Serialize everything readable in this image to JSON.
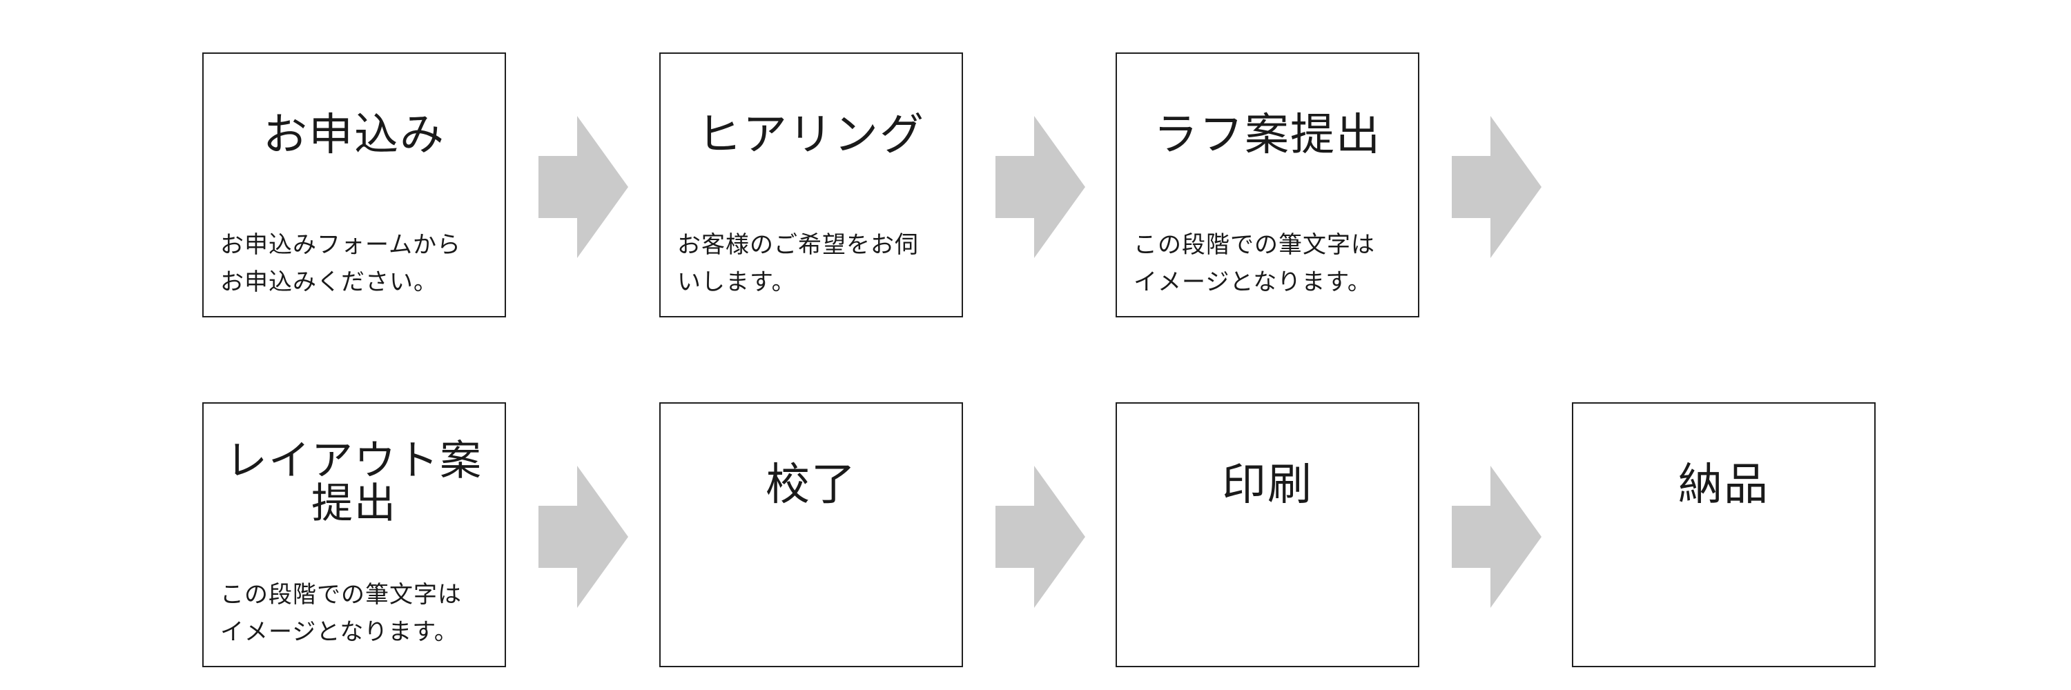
{
  "steps": [
    {
      "title": "お申込み",
      "description": "お申込みフォームから\nお申込みください。"
    },
    {
      "title": "ヒアリング",
      "description": "お客様のご希望をお伺\nいします。"
    },
    {
      "title": "ラフ案提出",
      "description": "この段階での筆文字は\nイメージとなります。"
    },
    {
      "title": "レイアウト案\n提出",
      "description": "この段階での筆文字は\nイメージとなります。"
    },
    {
      "title": "校了",
      "description": ""
    },
    {
      "title": "印刷",
      "description": ""
    },
    {
      "title": "納品",
      "description": ""
    }
  ],
  "colors": {
    "arrow": "#cacaca",
    "border": "#1f1f1f",
    "text": "#1a1a1a"
  },
  "icons": {
    "flow_arrow": "right-arrow-icon"
  }
}
